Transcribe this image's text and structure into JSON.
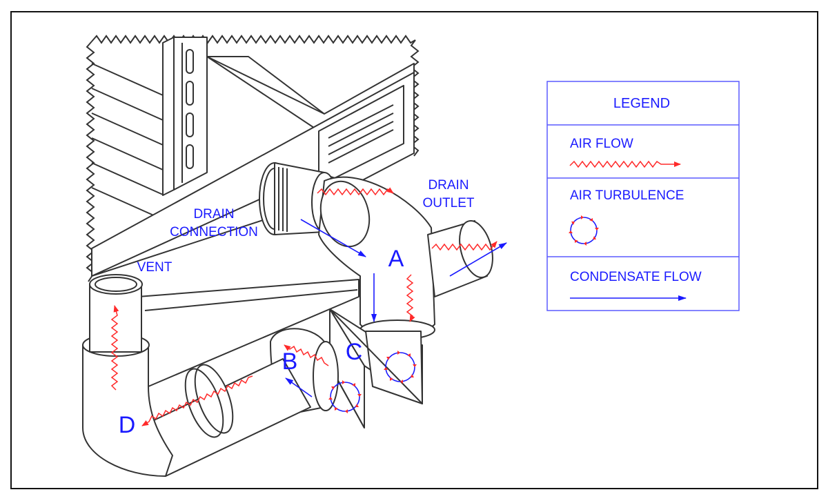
{
  "labels": {
    "drain_connection_1": "DRAIN",
    "drain_connection_2": "CONNECTION",
    "drain_outlet_1": "DRAIN",
    "drain_outlet_2": "OUTLET",
    "vent": "VENT",
    "a": "A",
    "b": "B",
    "c": "C",
    "d": "D"
  },
  "legend": {
    "title": "LEGEND",
    "air_flow": "AIR FLOW",
    "air_turbulence": "AIR TURBULENCE",
    "condensate_flow": "CONDENSATE FLOW"
  },
  "colors": {
    "air_flow": "#ff2a2a",
    "condensate_flow": "#1a1aff",
    "label_text": "#1a1aff",
    "line_art": "#333333"
  }
}
